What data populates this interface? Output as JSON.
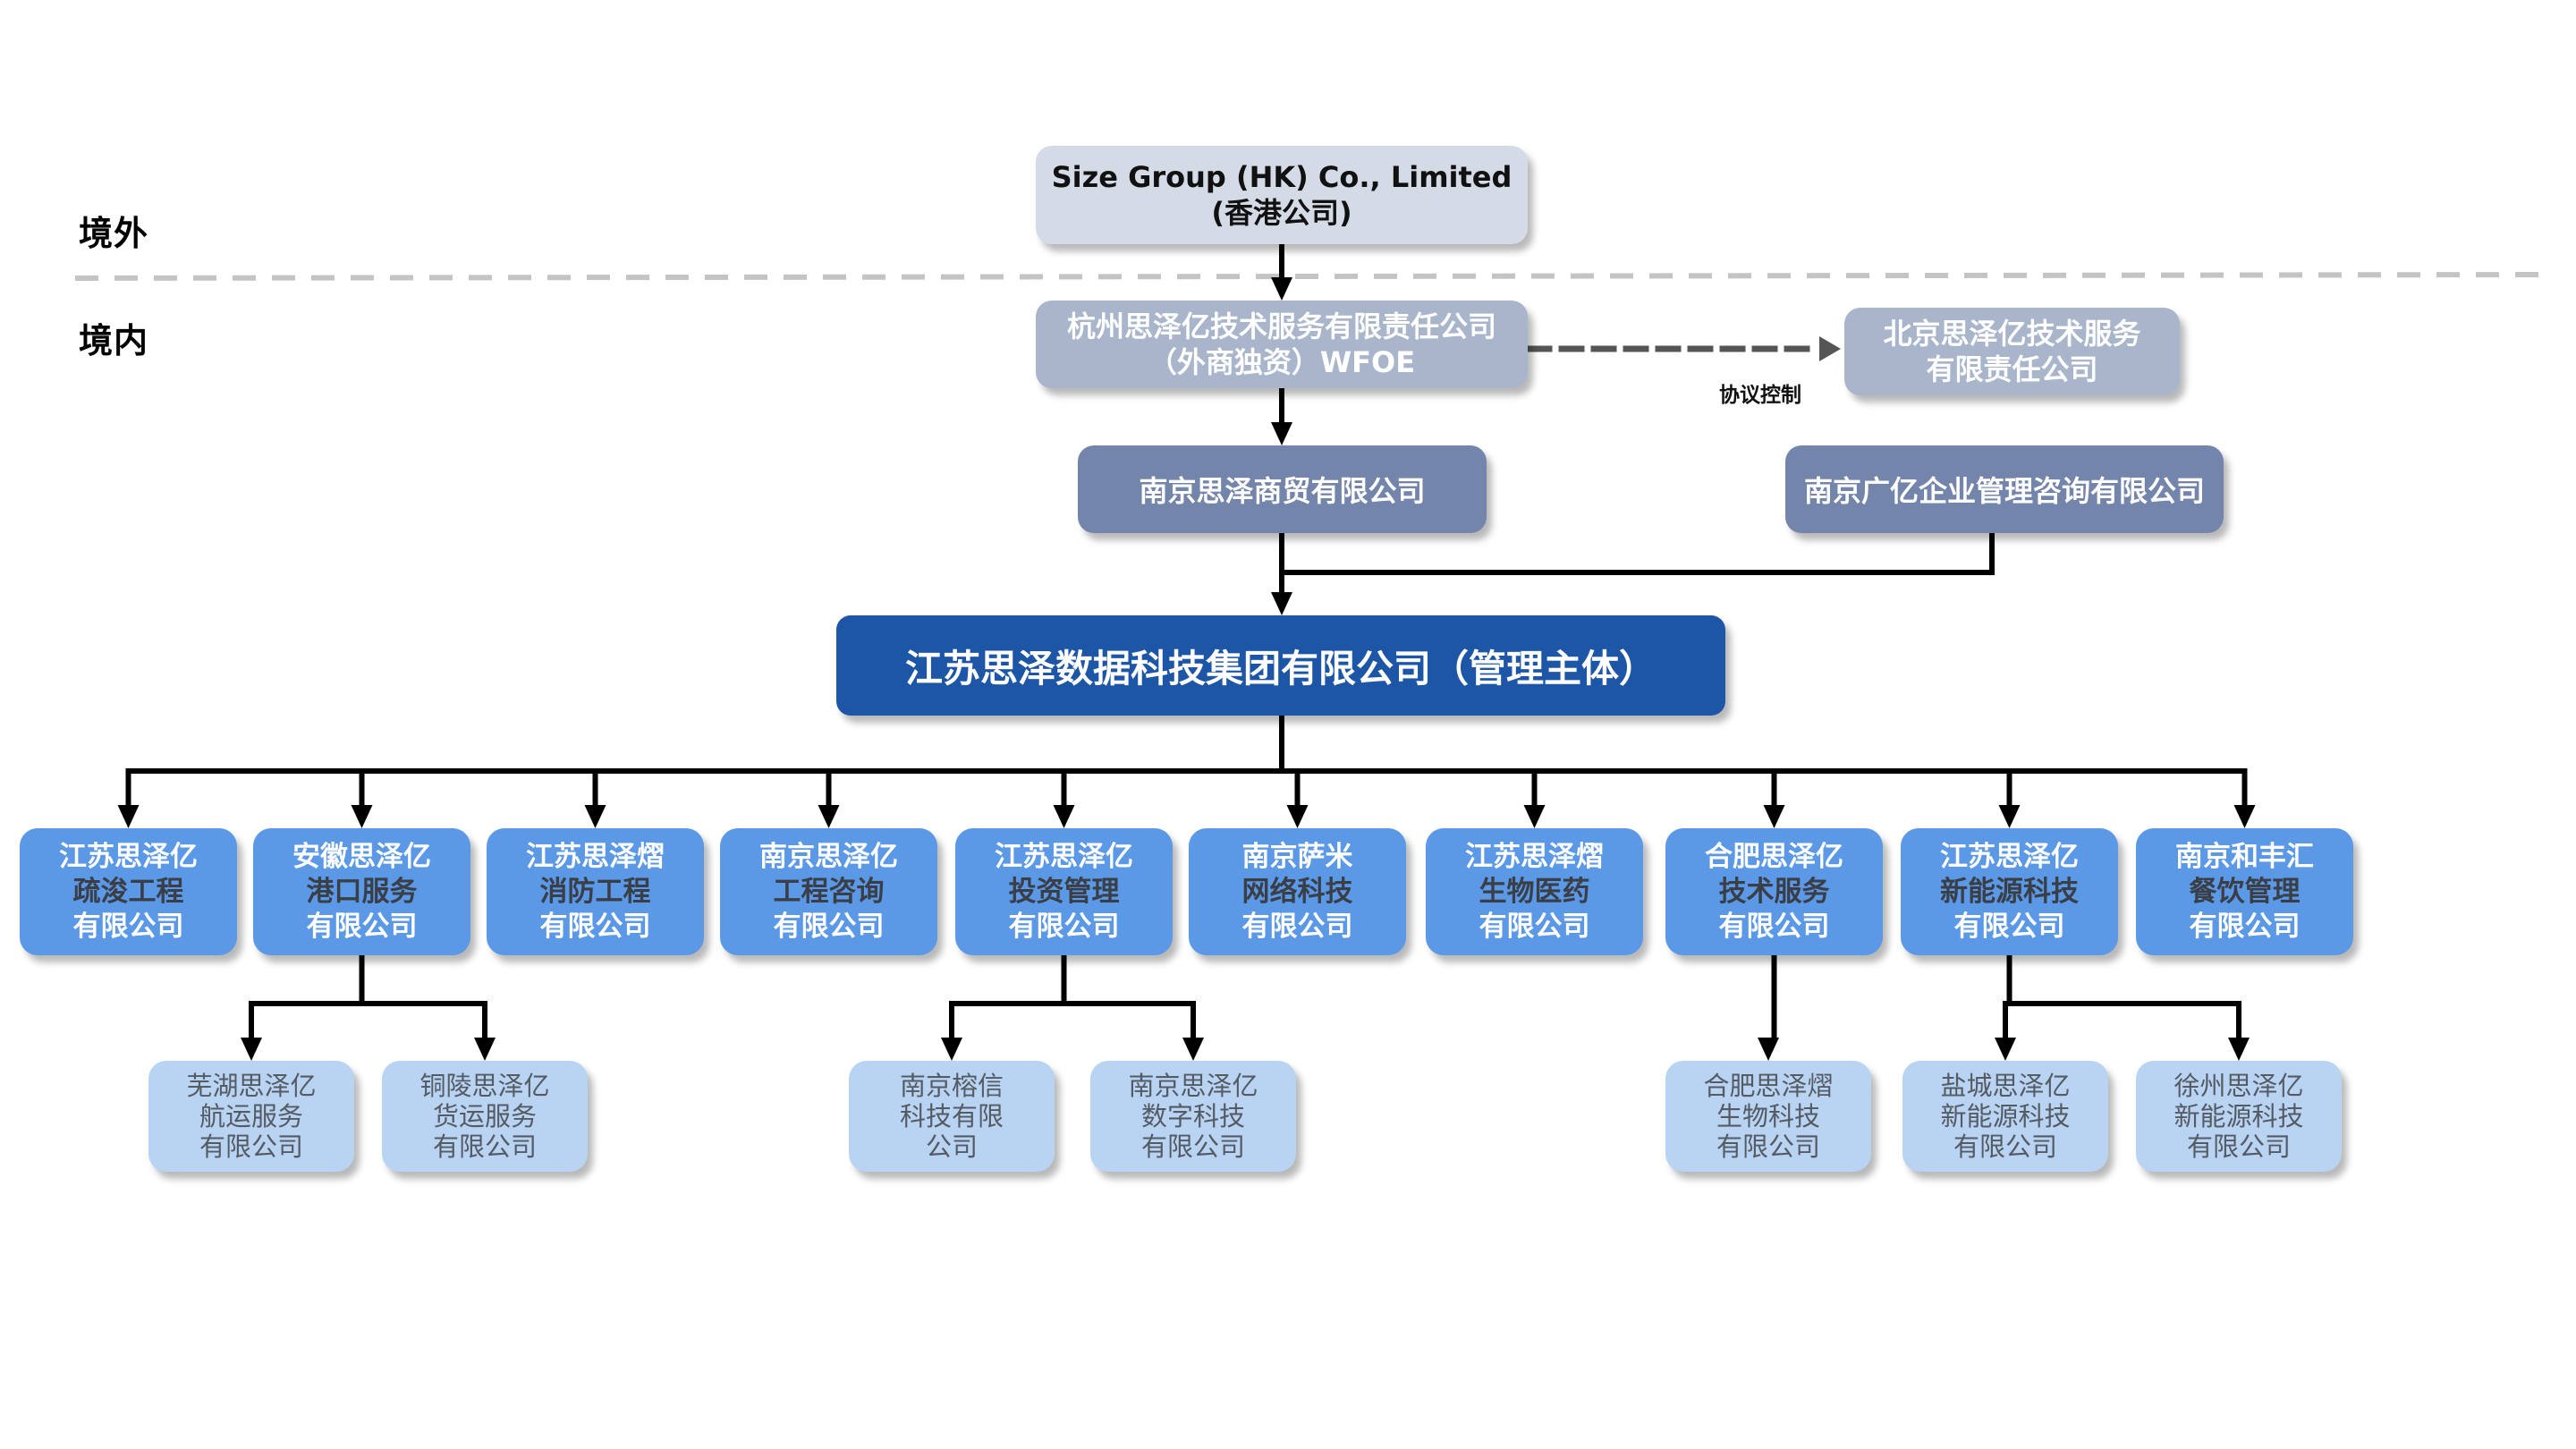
{
  "zones": {
    "overseas": "境外",
    "domestic": "境内"
  },
  "hk_company": {
    "line1": "Size Group (HK) Co., Limited",
    "line2": "(香港公司)"
  },
  "wfoe": {
    "line1": "杭州思泽亿技术服务有限责任公司",
    "line2": "（外商独资）WFOE"
  },
  "beijing_vie": {
    "line1": "北京思泽亿技术服务",
    "line2": "有限责任公司"
  },
  "agreement_control_label": "协议控制",
  "shareholders": [
    {
      "name": "南京思泽商贸有限公司"
    },
    {
      "name": "南京广亿企业管理咨询有限公司"
    }
  ],
  "group_entity": "江苏思泽数据科技集团有限公司（管理主体）",
  "subsidiaries": [
    {
      "line1": "江苏思泽亿",
      "line2": "疏浚工程",
      "line3": "有限公司"
    },
    {
      "line1": "安徽思泽亿",
      "line2": "港口服务",
      "line3": "有限公司"
    },
    {
      "line1": "江苏思泽熠",
      "line2": "消防工程",
      "line3": "有限公司"
    },
    {
      "line1": "南京思泽亿",
      "line2": "工程咨询",
      "line3": "有限公司"
    },
    {
      "line1": "江苏思泽亿",
      "line2": "投资管理",
      "line3": "有限公司"
    },
    {
      "line1": "南京萨米",
      "line2": "网络科技",
      "line3": "有限公司"
    },
    {
      "line1": "江苏思泽熠",
      "line2": "生物医药",
      "line3": "有限公司"
    },
    {
      "line1": "合肥思泽亿",
      "line2": "技术服务",
      "line3": "有限公司"
    },
    {
      "line1": "江苏思泽亿",
      "line2": "新能源科技",
      "line3": "有限公司"
    },
    {
      "line1": "南京和丰汇",
      "line2": "餐饮管理",
      "line3": "有限公司"
    }
  ],
  "second_tier": [
    {
      "parent": 1,
      "line1": "芜湖思泽亿",
      "line2": "航运服务",
      "line3": "有限公司"
    },
    {
      "parent": 1,
      "line1": "铜陵思泽亿",
      "line2": "货运服务",
      "line3": "有限公司"
    },
    {
      "parent": 4,
      "line1": "南京榕信",
      "line2": "科技有限",
      "line3": "公司"
    },
    {
      "parent": 4,
      "line1": "南京思泽亿",
      "line2": "数字科技",
      "line3": "有限公司"
    },
    {
      "parent": 7,
      "line1": "合肥思泽熠",
      "line2": "生物科技",
      "line3": "有限公司"
    },
    {
      "parent": 8,
      "line1": "盐城思泽亿",
      "line2": "新能源科技",
      "line3": "有限公司"
    },
    {
      "parent": 8,
      "line1": "徐州思泽亿",
      "line2": "新能源科技",
      "line3": "有限公司"
    }
  ],
  "colors": {
    "hk_box": "#d5dbe6",
    "wfoe_box": "#a8b5cb",
    "shareholder_box": "#7485ab",
    "group_box": "#1d56a6",
    "subsidiary_box": "#5b98e6",
    "second_tier_box": "#b9d3f3",
    "border_line": "#c4c4c4"
  }
}
